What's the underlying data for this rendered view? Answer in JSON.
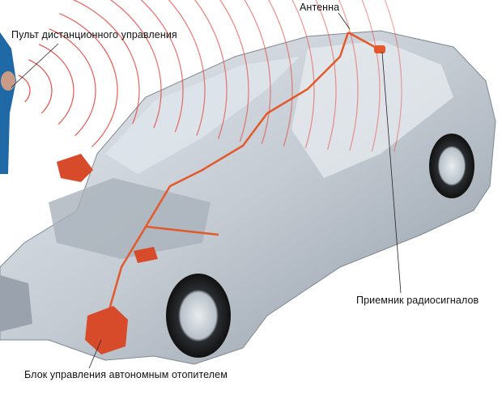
{
  "labels": {
    "antenna": "Антенна",
    "remote": "Пульт дистанционного управления",
    "receiver": "Приемник радиосигналов",
    "heater_control": "Блок управления автономным отопителем"
  },
  "colors": {
    "signal": "#e8413a",
    "wiring": "#e25a2c",
    "body": "#c9cfd6",
    "body_dark": "#8f98a3",
    "person": "#1f6aa6"
  }
}
